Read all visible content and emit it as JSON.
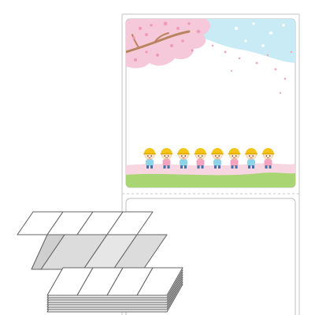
{
  "product": {
    "type": "fanfold-label-sheet",
    "design_theme": "cherry-blossom-kindergarten",
    "children_count": 8,
    "colors": {
      "sky": "#c9ebf5",
      "blossom_pink": "#f6c9da",
      "blossom_dot": "#ee9ab8",
      "branch": "#b9845f",
      "grass": "#a9d672",
      "ground_pink": "#f7d5e1",
      "helmet": "#f5c418",
      "shirt_blue": "#8fd3e8",
      "shirt_pink": "#f4a3bf",
      "stack_fill": "#dcdcdc",
      "outline": "#666666",
      "label_border": "#bfbfbf"
    },
    "icons": [
      "cherry-branch-icon",
      "petal-icon",
      "child-figure-icon",
      "label-stack-icon"
    ]
  }
}
